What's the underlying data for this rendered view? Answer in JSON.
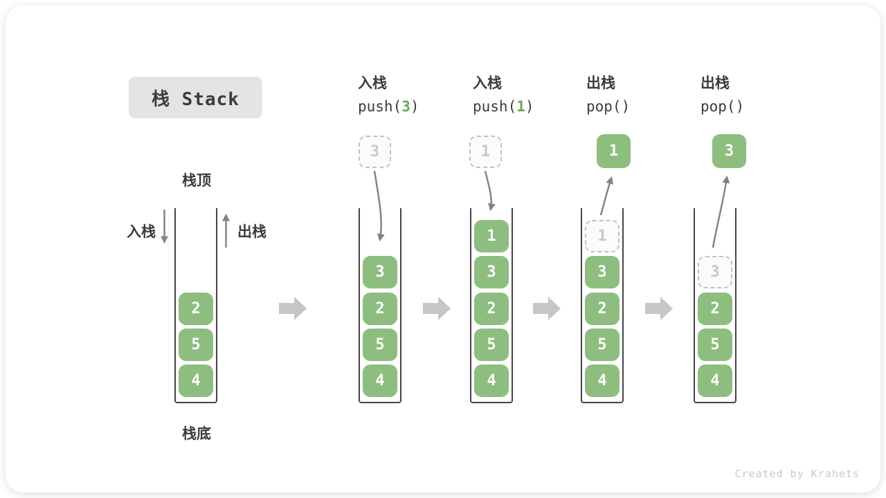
{
  "title": "栈 Stack",
  "side_labels": {
    "stack_top": "栈顶",
    "stack_bottom": "栈底",
    "push": "入栈",
    "pop": "出栈"
  },
  "footer_credit": "Created by Krahets",
  "colors": {
    "box_green": "#8dbe80",
    "box_text": "#ffffff",
    "code_arg_green": "#69a758",
    "text_dark": "#3b3b3b",
    "arrow_gray": "#848484",
    "step_arrow_gray": "#c6c6c6",
    "dashed_border": "#c1c1c1",
    "dashed_text": "#c8c8c8",
    "title_bg": "#e4e4e4",
    "wall_dark": "#444444"
  },
  "columns": [
    {
      "name": "initial",
      "cells": [
        {
          "value": "2",
          "variant": "solid"
        },
        {
          "value": "5",
          "variant": "solid"
        },
        {
          "value": "4",
          "variant": "solid"
        }
      ]
    },
    {
      "name": "push-3",
      "header": {
        "op": "入栈",
        "code_pre": "push(",
        "code_arg": "3",
        "code_post": ")"
      },
      "float_box": {
        "value": "3",
        "variant": "dashed"
      },
      "cells": [
        {
          "value": "3",
          "variant": "solid"
        },
        {
          "value": "2",
          "variant": "solid"
        },
        {
          "value": "5",
          "variant": "solid"
        },
        {
          "value": "4",
          "variant": "solid"
        }
      ]
    },
    {
      "name": "push-1",
      "header": {
        "op": "入栈",
        "code_pre": "push(",
        "code_arg": "1",
        "code_post": ")"
      },
      "float_box": {
        "value": "1",
        "variant": "dashed"
      },
      "cells": [
        {
          "value": "1",
          "variant": "solid"
        },
        {
          "value": "3",
          "variant": "solid"
        },
        {
          "value": "2",
          "variant": "solid"
        },
        {
          "value": "5",
          "variant": "solid"
        },
        {
          "value": "4",
          "variant": "solid"
        }
      ]
    },
    {
      "name": "pop-1",
      "header": {
        "op": "出栈",
        "code_pre": "pop(",
        "code_arg": "",
        "code_post": ")"
      },
      "float_box": {
        "value": "1",
        "variant": "solid"
      },
      "cells": [
        {
          "value": "1",
          "variant": "dashed"
        },
        {
          "value": "3",
          "variant": "solid"
        },
        {
          "value": "2",
          "variant": "solid"
        },
        {
          "value": "5",
          "variant": "solid"
        },
        {
          "value": "4",
          "variant": "solid"
        }
      ]
    },
    {
      "name": "pop-3",
      "header": {
        "op": "出栈",
        "code_pre": "pop(",
        "code_arg": "",
        "code_post": ")"
      },
      "float_box": {
        "value": "3",
        "variant": "solid"
      },
      "cells": [
        {
          "value": "3",
          "variant": "dashed"
        },
        {
          "value": "2",
          "variant": "solid"
        },
        {
          "value": "5",
          "variant": "solid"
        },
        {
          "value": "4",
          "variant": "solid"
        }
      ]
    }
  ]
}
